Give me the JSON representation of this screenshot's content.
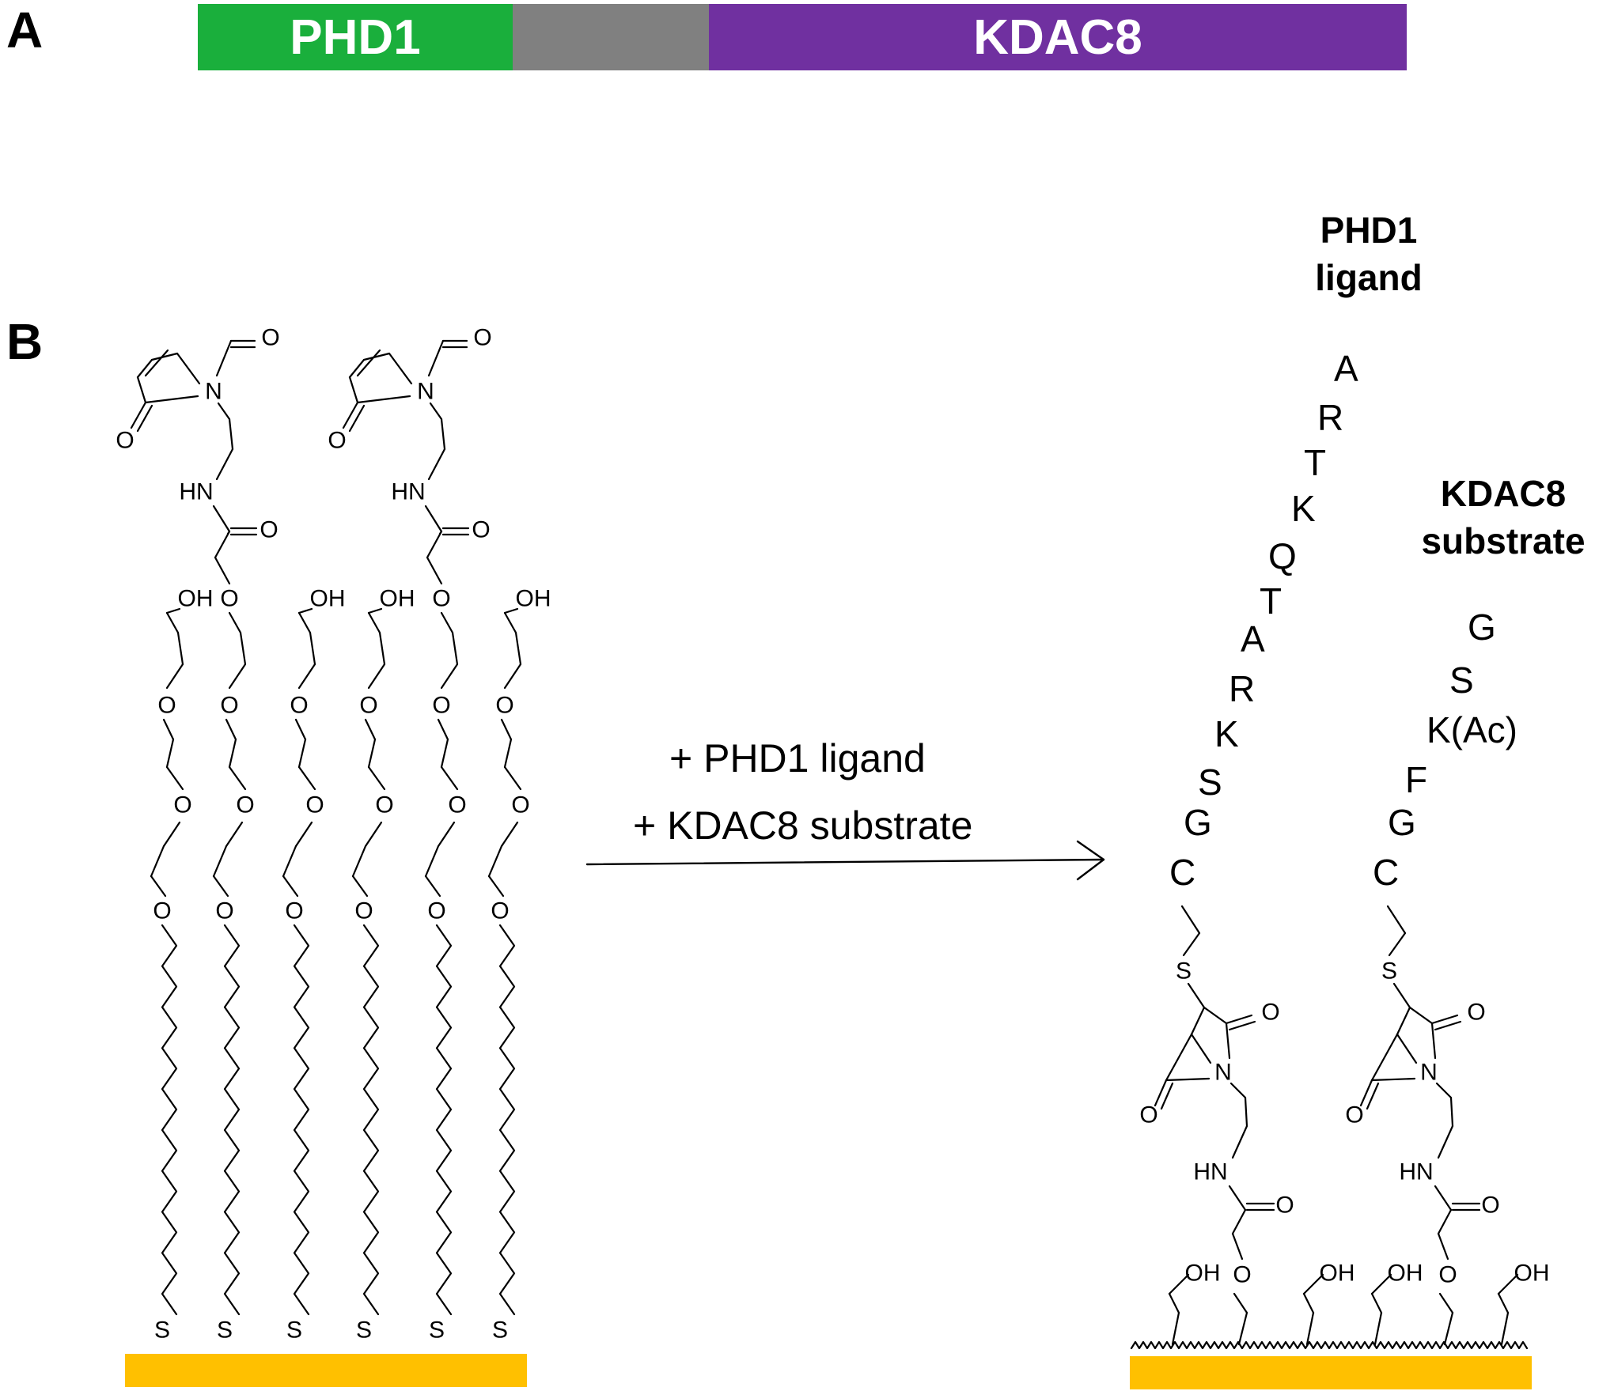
{
  "panel_a": {
    "letter": "A",
    "domains": [
      {
        "label": "PHD1",
        "color": "#1aaf3c"
      },
      {
        "label": "",
        "color": "#808080"
      },
      {
        "label": "KDAC8",
        "color": "#7030a0"
      }
    ]
  },
  "panel_b": {
    "letter": "B",
    "condition_line1": "+ PHD1 ligand",
    "condition_line2": "+ KDAC8 substrate",
    "phd1_label_line1": "PHD1",
    "phd1_label_line2": "ligand",
    "kdac8_label_line1": "KDAC8",
    "kdac8_label_line2": "substrate",
    "phd1_sequence": [
      "C",
      "G",
      "S",
      "K",
      "R",
      "A",
      "T",
      "Q",
      "K",
      "T",
      "R",
      "A"
    ],
    "kdac8_sequence": [
      "C",
      "G",
      "F",
      "K(Ac)",
      "S",
      "G"
    ],
    "atoms": {
      "oh": "OH",
      "o": "O",
      "s": "S",
      "n": "N",
      "hn": "HN"
    },
    "gold_color": "#ffc000"
  }
}
